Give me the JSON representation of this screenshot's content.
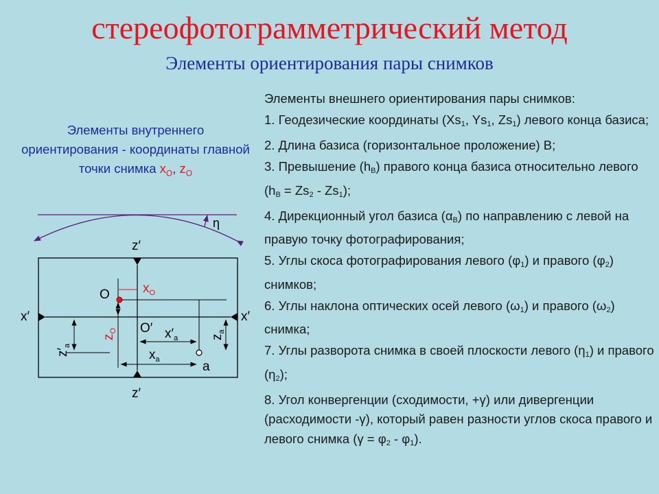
{
  "title": "стереофотограмметрический метод",
  "subtitle": "Элементы ориентирования пары снимков",
  "interior": {
    "text": "Элементы внутреннего ориентирования - координаты главной точки снимка",
    "x_sym": "x",
    "z_sym": "z",
    "sub": "O",
    "sep": ", "
  },
  "diagram": {
    "eta": "η",
    "z_prime": "z′",
    "x_prime": "x′",
    "o": "O",
    "o_prime": "O′",
    "x": "x",
    "z": "z",
    "sub_o": "O",
    "sub_a": "a",
    "a": "a"
  },
  "exterior": {
    "heading": "Элементы внешнего ориентирования пары снимков:",
    "items": [
      {
        "parts": [
          {
            "t": "1. Геодезические координаты (Xs"
          },
          {
            "sub": "1"
          },
          {
            "t": ", Ys"
          },
          {
            "sub": "1"
          },
          {
            "t": ", Zs"
          },
          {
            "sub": "1"
          },
          {
            "t": ") левого конца базиса;"
          }
        ]
      },
      {
        "parts": [
          {
            "t": "2. Длина базиса (горизонтальное проложение) B;"
          }
        ]
      },
      {
        "parts": [
          {
            "t": "3. Превышение (h"
          },
          {
            "sub": "B"
          },
          {
            "t": ") правого конца базиса относительно левого (h"
          },
          {
            "sub": "B"
          },
          {
            "t": " = Zs"
          },
          {
            "sub": "2"
          },
          {
            "t": " - Zs"
          },
          {
            "sub": "1"
          },
          {
            "t": ");"
          }
        ]
      },
      {
        "parts": [
          {
            "t": "4. Дирекционный угол  базиса (α"
          },
          {
            "sub": "B"
          },
          {
            "t": ") по направлению с левой на правую точку фотографирования;"
          }
        ]
      },
      {
        "parts": [
          {
            "t": "5. Углы скоса фотографирования левого (φ"
          },
          {
            "sub": "1"
          },
          {
            "t": ") и правого (φ"
          },
          {
            "sub": "2"
          },
          {
            "t": ") снимков;"
          }
        ]
      },
      {
        "parts": [
          {
            "t": "6. Углы наклона оптических осей левого (ω"
          },
          {
            "sub": "1"
          },
          {
            "t": ") и правого (ω"
          },
          {
            "sub": "2"
          },
          {
            "t": ") снимка;"
          }
        ]
      },
      {
        "parts": [
          {
            "t": "7. Углы разворота снимка в своей плоскости левого (η"
          },
          {
            "sub": "1"
          },
          {
            "t": ") и правого (η"
          },
          {
            "sub": "2"
          },
          {
            "t": ");"
          }
        ]
      },
      {
        "parts": [
          {
            "t": "8. Угол конвергенции (сходимости, +γ) или дивергенции (расходимости -γ), который равен разности углов скоса правого и левого снимка (γ = φ"
          },
          {
            "sub": "2"
          },
          {
            "t": " - φ"
          },
          {
            "sub": "1"
          },
          {
            "t": ")."
          }
        ]
      }
    ]
  }
}
